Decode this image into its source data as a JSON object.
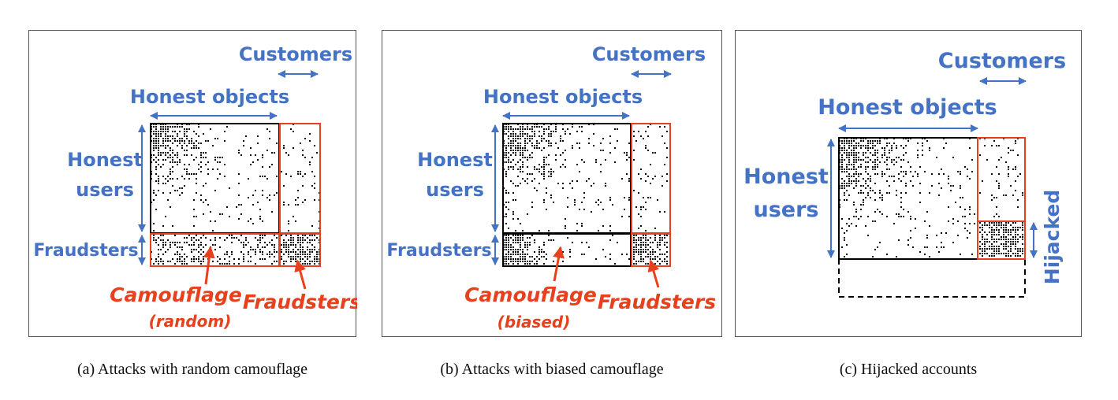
{
  "panels": [
    {
      "customers": "Customers",
      "honest_objects": "Honest objects",
      "honest_users_line1": "Honest",
      "honest_users_line2": "users",
      "fraudsters_side": "Fraudsters",
      "camouflage": "Camouflage",
      "camouflage_mode": "(random)",
      "fraudsters_block": "Fraudsters",
      "caption": "(a) Attacks with random camouflage"
    },
    {
      "customers": "Customers",
      "honest_objects": "Honest objects",
      "honest_users_line1": "Honest",
      "honest_users_line2": "users",
      "fraudsters_side": "Fraudsters",
      "camouflage": "Camouflage",
      "camouflage_mode": "(biased)",
      "fraudsters_block": "Fraudsters",
      "caption": "(b) Attacks with biased camouflage"
    },
    {
      "customers": "Customers",
      "honest_objects": "Honest objects",
      "honest_users_line1": "Honest",
      "honest_users_line2": "users",
      "hijacked": "Hijacked",
      "caption": "(c) Hijacked accounts"
    }
  ],
  "colors": {
    "blue": "#4472c4",
    "red": "#e8401c",
    "black": "#000000"
  }
}
